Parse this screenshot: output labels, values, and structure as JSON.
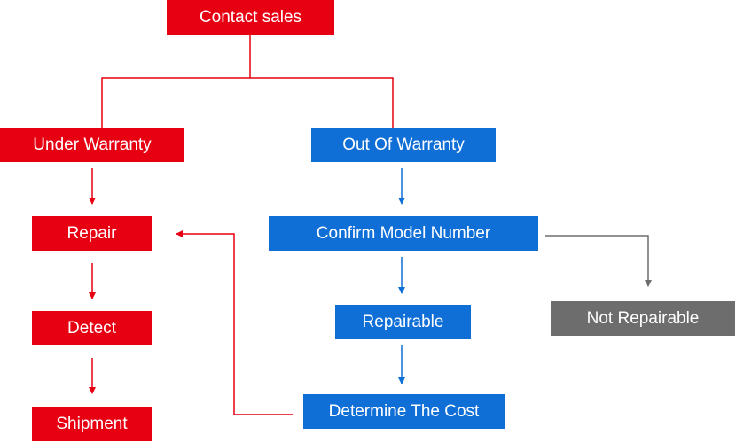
{
  "colors": {
    "red": "#e60012",
    "blue": "#0f6fd6",
    "gray": "#6d6d6d"
  },
  "nodes": {
    "contact_sales": "Contact sales",
    "under_warranty": "Under Warranty",
    "out_of_warranty": "Out Of Warranty",
    "repair": "Repair",
    "confirm_model_number": "Confirm Model Number",
    "detect": "Detect",
    "repairable": "Repairable",
    "not_repairable": "Not Repairable",
    "shipment": "Shipment",
    "determine_cost": "Determine The Cost"
  }
}
